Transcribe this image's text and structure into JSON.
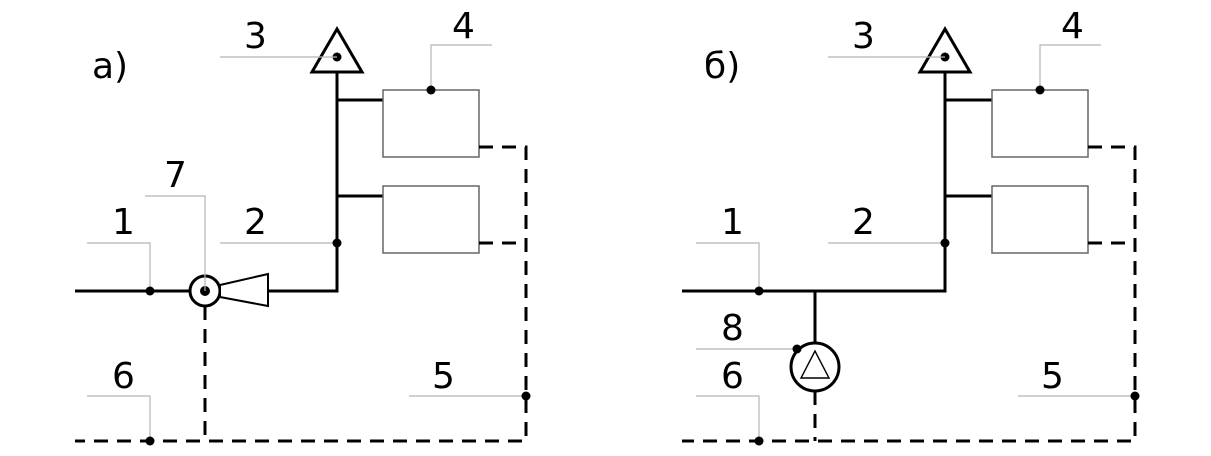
{
  "scheme_a": {
    "title": "а)",
    "labels": {
      "n1": "1",
      "n2": "2",
      "n3": "3",
      "n4": "4",
      "n5": "5",
      "n6": "6",
      "n7": "7"
    }
  },
  "scheme_b": {
    "title": "б)",
    "labels": {
      "n1": "1",
      "n2": "2",
      "n3": "3",
      "n4": "4",
      "n5": "5",
      "n6": "6",
      "n8": "8"
    }
  }
}
